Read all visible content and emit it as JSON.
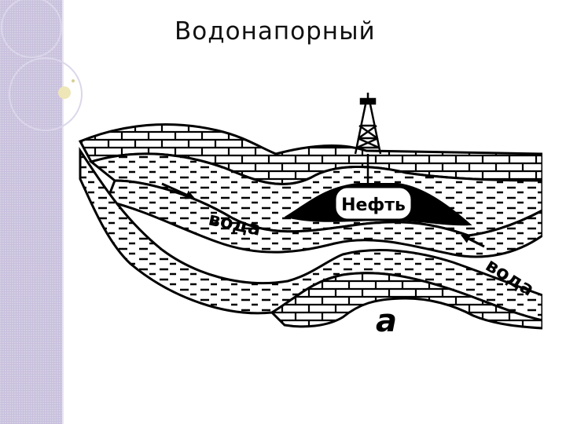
{
  "slide": {
    "title": "Водонапорный"
  },
  "diagram": {
    "labels": {
      "water_left": "вода",
      "water_right": "вода",
      "oil": "Нефть",
      "letter": "а"
    },
    "colors": {
      "ink": "#000000",
      "sidebar": "#c7bfdc",
      "deco_circle": "#e9e2b0"
    }
  }
}
